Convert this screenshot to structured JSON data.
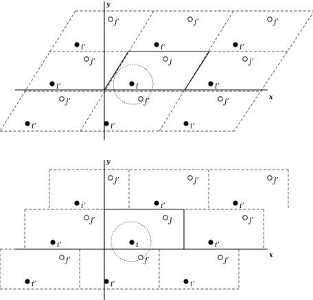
{
  "labels": {
    "axis_x": "x",
    "axis_y": "y",
    "atom_i": "i",
    "atom_j": "j",
    "image_i": "i’",
    "image_j": "j’"
  }
}
